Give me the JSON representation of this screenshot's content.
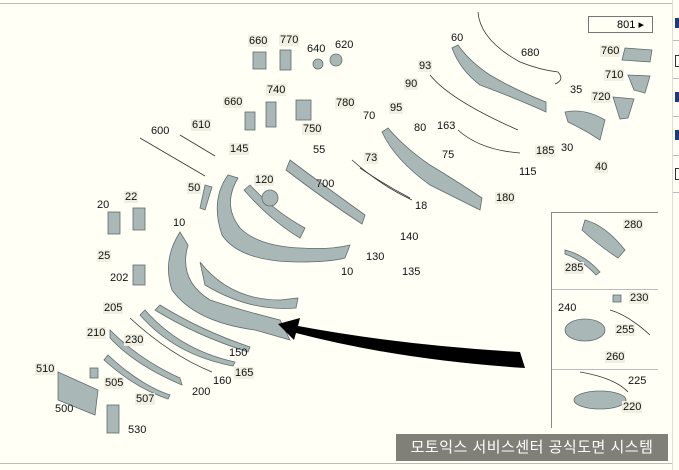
{
  "navigation": {
    "next_page_label": "801",
    "next_icon": "arrow-right-icon"
  },
  "watermark": "모토익스 서비스센터 공식도면 시스템",
  "colors": {
    "part_fill": "#a9b8b6",
    "part_stroke": "#5e6e6c",
    "background": "#fffff6",
    "watermark_bg": "#808078",
    "sidebar_icon": "#1e3c78"
  },
  "labels": [
    "660",
    "770",
    "640",
    "620",
    "740",
    "660",
    "750",
    "780",
    "600",
    "610",
    "145",
    "55",
    "120",
    "700",
    "50",
    "22",
    "20",
    "10",
    "60",
    "680",
    "93",
    "90",
    "95",
    "70",
    "80",
    "163",
    "75",
    "73",
    "18",
    "185",
    "30",
    "35",
    "760",
    "710",
    "720",
    "40",
    "115",
    "180",
    "140",
    "130",
    "135",
    "10",
    "25",
    "202",
    "205",
    "210",
    "230",
    "150",
    "165",
    "160",
    "200",
    "510",
    "505",
    "507",
    "500",
    "530"
  ],
  "inset_labels": [
    "280",
    "285",
    "230",
    "240",
    "255",
    "260",
    "225",
    "220"
  ]
}
